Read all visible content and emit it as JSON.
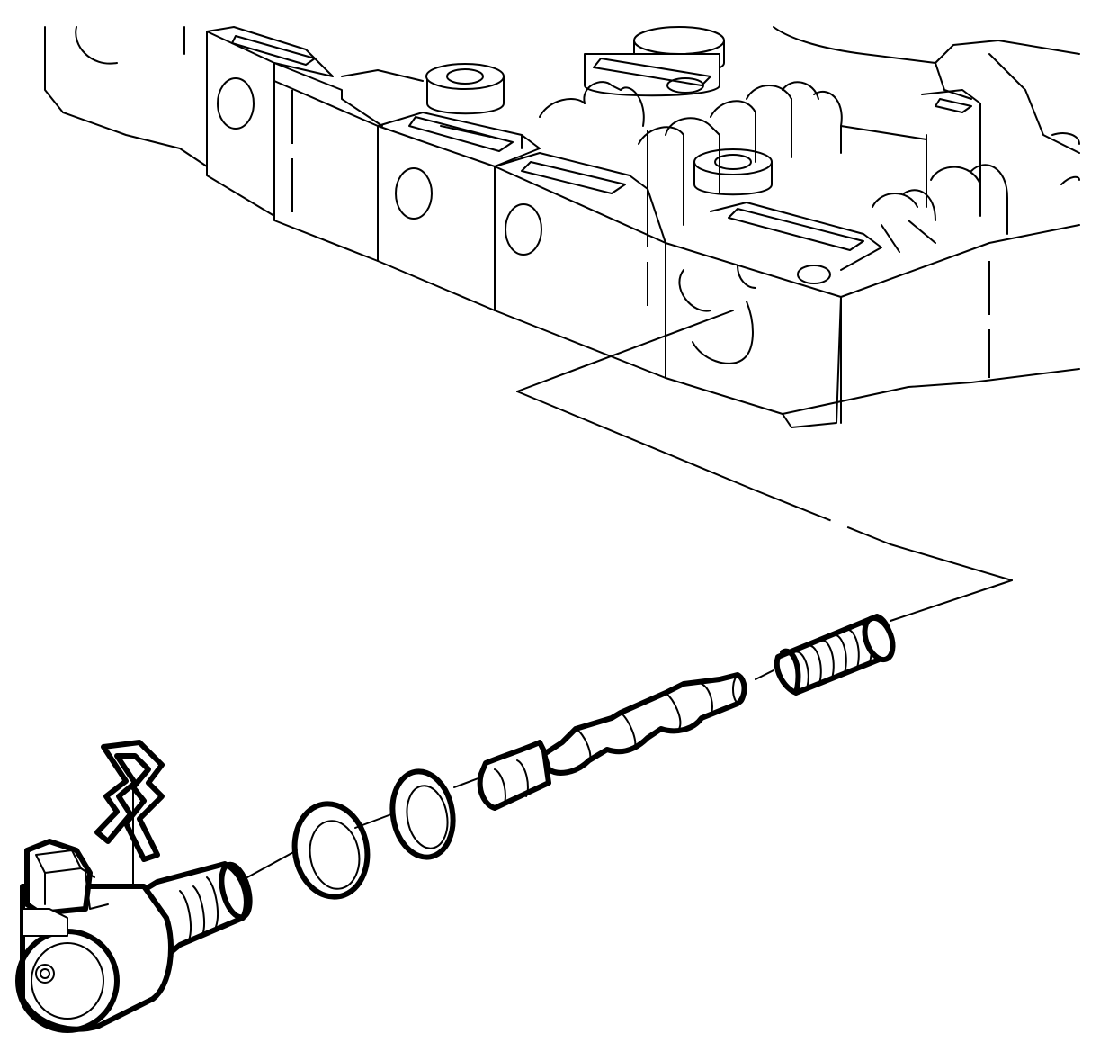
{
  "diagram": {
    "style": "line-art exploded view",
    "colors": {
      "stroke": "#000000",
      "background": "#ffffff"
    },
    "components": [
      "valve-body",
      "spring",
      "valve-spool",
      "sleeve",
      "seal-ring-inner",
      "seal-ring-outer",
      "solenoid",
      "retaining-clip"
    ]
  }
}
